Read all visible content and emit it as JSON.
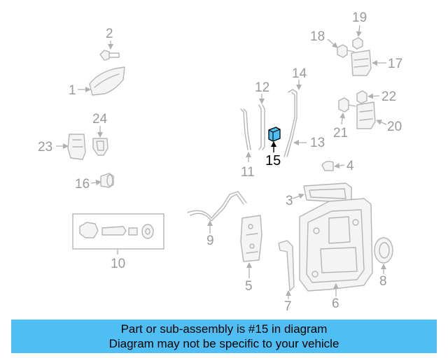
{
  "diagram": {
    "highlight_color": "#4fbff3",
    "callouts": [
      "1",
      "2",
      "3",
      "4",
      "5",
      "6",
      "7",
      "8",
      "9",
      "10",
      "11",
      "12",
      "13",
      "14",
      "15",
      "16",
      "17",
      "18",
      "19",
      "20",
      "21",
      "22",
      "23",
      "24"
    ],
    "highlighted_callout": "15"
  },
  "banner": {
    "line1": "Part or sub-assembly is #15 in diagram",
    "line2": "Diagram may not be specific to your vehicle",
    "background": "#4fbff3"
  }
}
